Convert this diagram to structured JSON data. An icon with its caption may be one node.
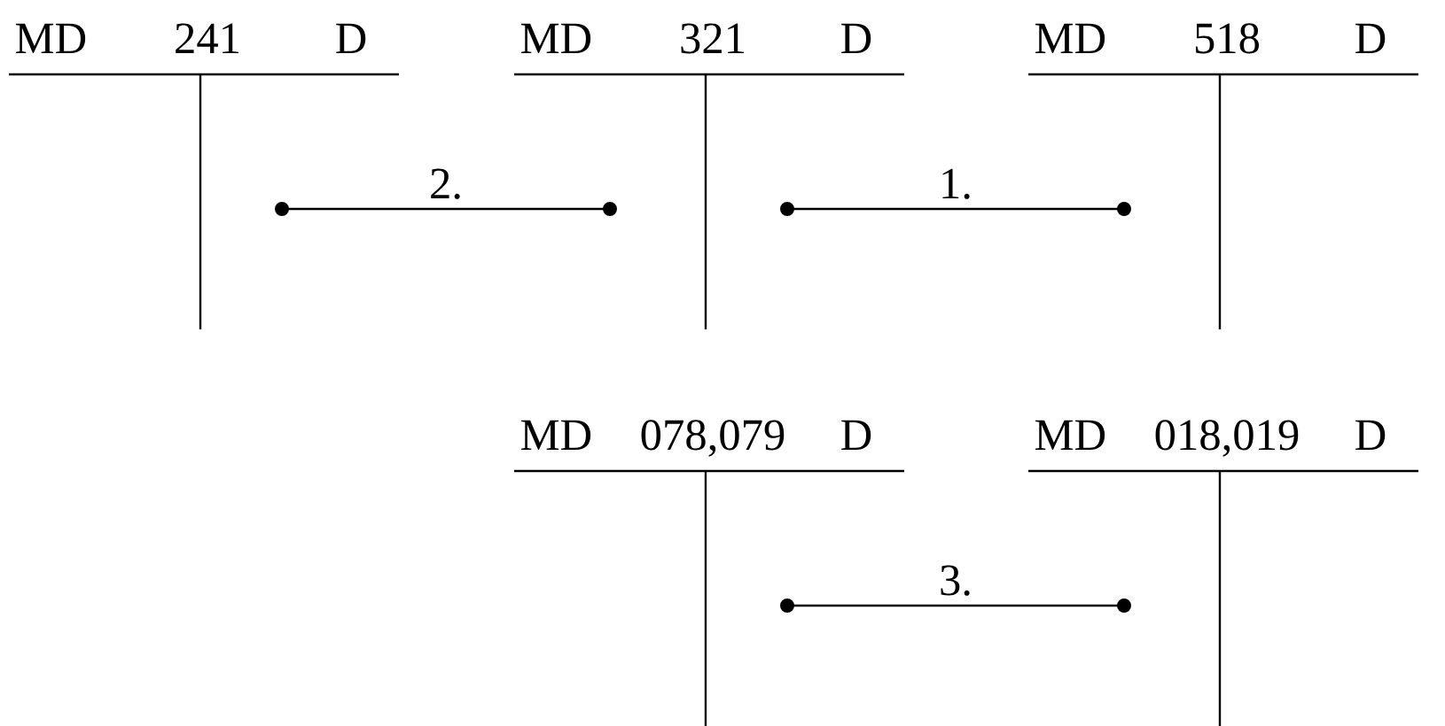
{
  "diagram": {
    "nodes": [
      {
        "text": [
          "MD",
          "241",
          "D"
        ]
      },
      {
        "text": [
          "MD",
          "321",
          "D"
        ]
      },
      {
        "text": [
          "MD",
          "518",
          "D"
        ]
      },
      {
        "text": [
          "MD",
          "078,079",
          "D"
        ]
      },
      {
        "text": [
          "MD",
          "018,019",
          "D"
        ]
      }
    ],
    "edges": [
      {
        "from": 0,
        "to": 1,
        "arrow": "other",
        "label": "2."
      },
      {
        "from": 1,
        "to": 2,
        "arrow": "other",
        "label": "1."
      },
      {
        "from": 3,
        "to": 4,
        "arrow": "other",
        "label": "3."
      }
    ]
  }
}
